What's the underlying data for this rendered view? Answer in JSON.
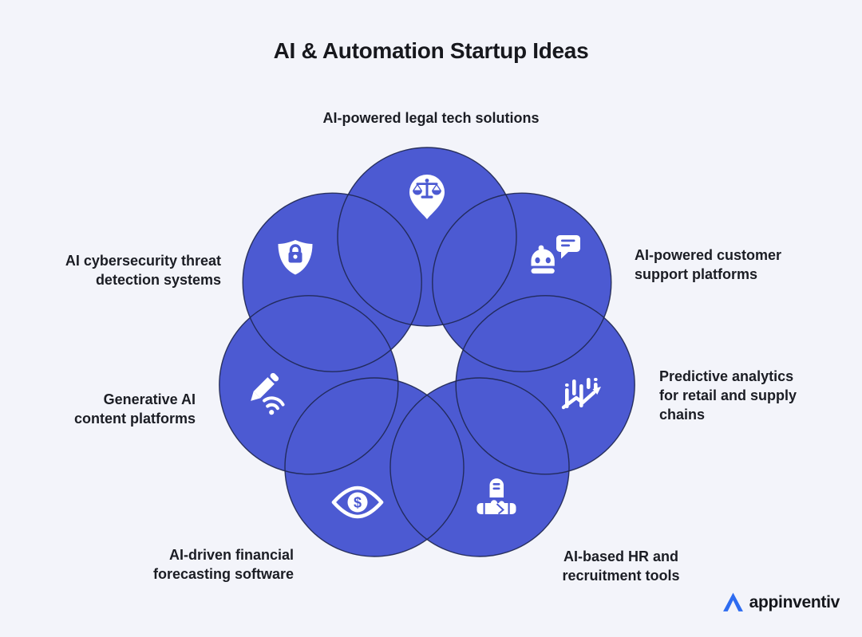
{
  "title": "AI & Automation Startup Ideas",
  "items": [
    {
      "id": "legal-tech",
      "label": "AI-powered legal tech solutions",
      "icon": "scales-location-pin-icon"
    },
    {
      "id": "customer-support",
      "label": "AI-powered customer\nsupport platforms",
      "icon": "chatbot-speech-bubble-icon"
    },
    {
      "id": "predictive-analytics",
      "label": "Predictive analytics\nfor retail and supply\nchains",
      "icon": "candlestick-chart-arrow-icon"
    },
    {
      "id": "hr-recruitment",
      "label": "AI-based HR and\nrecruitment tools",
      "icon": "person-handshake-icon"
    },
    {
      "id": "financial-forecasting",
      "label": "AI-driven financial\nforecasting software",
      "icon": "eye-dollar-icon"
    },
    {
      "id": "generative-ai",
      "label": "Generative AI\ncontent platforms",
      "icon": "pencil-signal-icon"
    },
    {
      "id": "cybersecurity",
      "label": "AI cybersecurity threat\ndetection systems",
      "icon": "shield-lock-icon"
    }
  ],
  "icons": {
    "dollar_glyph": "$"
  },
  "logo": {
    "text": "appinventiv"
  },
  "colors": {
    "background": "#f3f4fa",
    "circle_fill": "#4c5ad2",
    "circle_outline": "#1e2650",
    "icon": "#ffffff",
    "text": "#1b1d24",
    "logo_blue": "#2e6cf0"
  }
}
